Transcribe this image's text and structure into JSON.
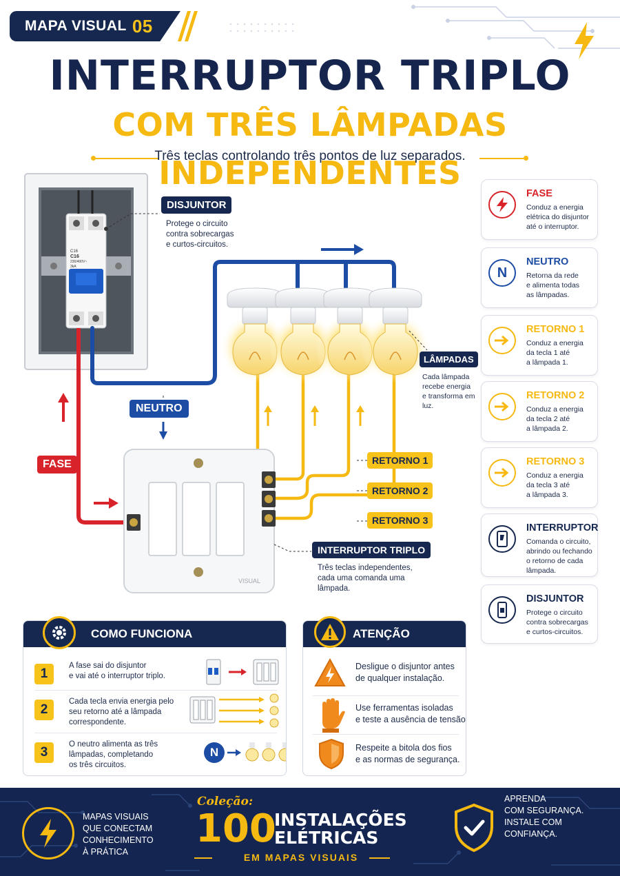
{
  "badge": {
    "label": "MAPA VISUAL",
    "number": "05"
  },
  "title": {
    "line1": "INTERRUPTOR TRIPLO",
    "line2": "COM TRÊS LÂMPADAS INDEPENDENTES",
    "subtitle": "Três teclas controlando três pontos de luz separados."
  },
  "diagram": {
    "disjuntor_title": "DISJUNTOR",
    "disjuntor_desc": [
      "Protege o circuito",
      "contra sobrecargas",
      "e curtos-circuitos."
    ],
    "breaker_text": [
      "C16",
      "C16",
      "230/400V~",
      "3kA"
    ],
    "lampadas_title": "LÂMPADAS",
    "lampadas_desc": [
      "Cada lâmpada",
      "recebe energia",
      "e transforma em",
      "luz."
    ],
    "neutro_label": "NEUTRO",
    "fase_label": "FASE",
    "retorno1": "RETORNO 1",
    "retorno2": "RETORNO 2",
    "retorno3": "RETORNO 3",
    "interruptor_title": "INTERRUPTOR TRIPLO",
    "interruptor_desc": [
      "Três teclas independentes,",
      "cada uma comanda uma",
      "lâmpada."
    ],
    "switch_brand": "VISUAL"
  },
  "legend": [
    {
      "title": "FASE",
      "desc": [
        "Conduz a energia",
        "elétrica do disjuntor",
        "até o interruptor."
      ],
      "color": "#d8232a",
      "icon": "lightning-icon"
    },
    {
      "title": "NEUTRO",
      "desc": [
        "Retorna da rede",
        "e alimenta todas",
        "as lâmpadas."
      ],
      "color": "#1c4ca3",
      "icon": "n-icon"
    },
    {
      "title": "RETORNO 1",
      "desc": [
        "Conduz a energia",
        "da tecla 1 até",
        "a lâmpada 1."
      ],
      "color": "#f5b911",
      "icon": "arrow-icon"
    },
    {
      "title": "RETORNO 2",
      "desc": [
        "Conduz a energia",
        "da tecla 2 até",
        "a lâmpada 2."
      ],
      "color": "#f5b911",
      "icon": "arrow-icon"
    },
    {
      "title": "RETORNO 3",
      "desc": [
        "Conduz a energia",
        "da tecla 3 até",
        "a lâmpada 3."
      ],
      "color": "#f5b911",
      "icon": "arrow-icon"
    },
    {
      "title": "INTERRUPTOR",
      "desc": [
        "Comanda o circuito,",
        "abrindo ou fechando",
        "o retorno de cada",
        "lâmpada."
      ],
      "color": "#16284f",
      "icon": "switch-icon"
    },
    {
      "title": "DISJUNTOR",
      "desc": [
        "Protege o circuito",
        "contra sobrecargas",
        "e curtos-circuitos."
      ],
      "color": "#16284f",
      "icon": "breaker-icon"
    }
  ],
  "como_funciona": {
    "title": "COMO FUNCIONA",
    "steps": [
      {
        "n": "1",
        "text": [
          "A fase sai do disjuntor",
          "e vai até o interruptor triplo."
        ]
      },
      {
        "n": "2",
        "text": [
          "Cada tecla envia energia pelo",
          "seu retorno até a lâmpada",
          "correspondente."
        ]
      },
      {
        "n": "3",
        "text": [
          "O neutro alimenta as três",
          "lâmpadas, completando",
          "os três circuitos."
        ]
      }
    ],
    "neutral_letter": "N"
  },
  "atencao": {
    "title": "ATENÇÃO",
    "items": [
      {
        "text": [
          "Desligue o disjuntor antes",
          "de qualquer instalação."
        ],
        "icon": "warning-triangle-icon"
      },
      {
        "text": [
          "Use ferramentas isoladas",
          "e teste a ausência de tensão."
        ],
        "icon": "glove-icon"
      },
      {
        "text": [
          "Respeite a bitola dos fios",
          "e as normas de segurança."
        ],
        "icon": "shield-icon"
      }
    ]
  },
  "footer": {
    "left": [
      "MAPAS VISUAIS",
      "QUE CONECTAM",
      "CONHECIMENTO",
      "À PRÁTICA"
    ],
    "colecao": "Coleção:",
    "number": "100",
    "line1": "INSTALAÇÕES",
    "line2": "ELÉTRICAS",
    "sub": "EM MAPAS VISUAIS",
    "right": [
      "APRENDA",
      "COM SEGURANÇA.",
      "INSTALE COM",
      "CONFIANÇA."
    ]
  },
  "colors": {
    "navy": "#16284f",
    "yellow": "#f5b911",
    "red": "#d8232a",
    "blue": "#1c4ca3"
  }
}
